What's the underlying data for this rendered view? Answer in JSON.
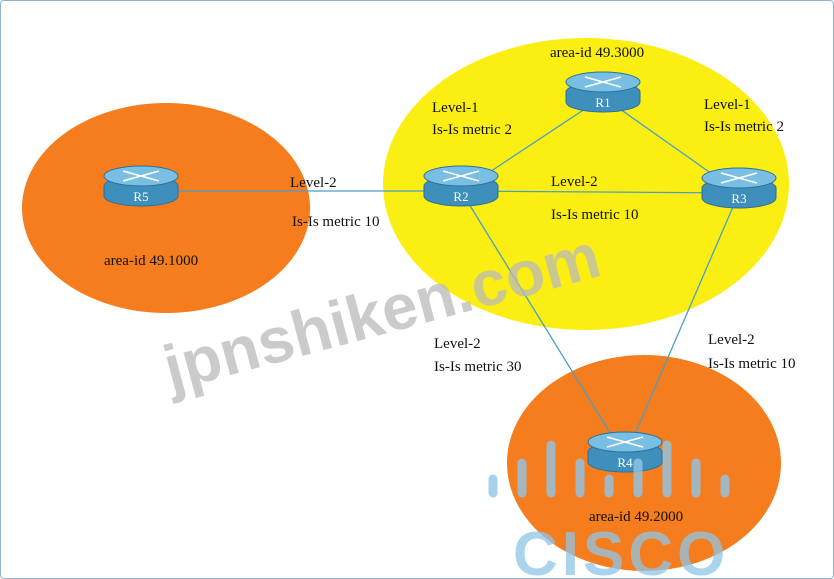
{
  "colors": {
    "area_core": "#fbee13",
    "area_edge": "#f57d1e",
    "link": "#4a9fc9",
    "router_body": "#3f8fbd",
    "watermark": "#b9b9b9",
    "logo": "#8ec5e8"
  },
  "routers": [
    {
      "id": "r1",
      "label": "R1"
    },
    {
      "id": "r2",
      "label": "R2"
    },
    {
      "id": "r3",
      "label": "R3"
    },
    {
      "id": "r4",
      "label": "R4"
    },
    {
      "id": "r5",
      "label": "R5"
    }
  ],
  "areas": [
    {
      "id": "core",
      "label": "area-id 49.3000"
    },
    {
      "id": "left",
      "label": "area-id 49.1000"
    },
    {
      "id": "bottom",
      "label": "area-id 49.2000"
    }
  ],
  "links": [
    {
      "id": "r2-r1",
      "from": "r2",
      "to": "r1",
      "level": "Level-1",
      "metric": "Is-Is metric 2"
    },
    {
      "id": "r1-r3",
      "from": "r1",
      "to": "r3",
      "level": "Level-1",
      "metric": "Is-Is metric 2"
    },
    {
      "id": "r5-r2",
      "from": "r5",
      "to": "r2",
      "level": "Level-2",
      "metric": "Is-Is metric 10"
    },
    {
      "id": "r2-r3",
      "from": "r2",
      "to": "r3",
      "level": "Level-2",
      "metric": "Is-Is metric 10"
    },
    {
      "id": "r2-r4",
      "from": "r2",
      "to": "r4",
      "level": "Level-2",
      "metric": "Is-Is metric 30"
    },
    {
      "id": "r3-r4",
      "from": "r3",
      "to": "r4",
      "level": "Level-2",
      "metric": "Is-Is metric 10"
    }
  ],
  "watermark": "jpnshiken.com",
  "logo": {
    "icon": "cisco-bridge-icon",
    "text": "CISCO"
  }
}
